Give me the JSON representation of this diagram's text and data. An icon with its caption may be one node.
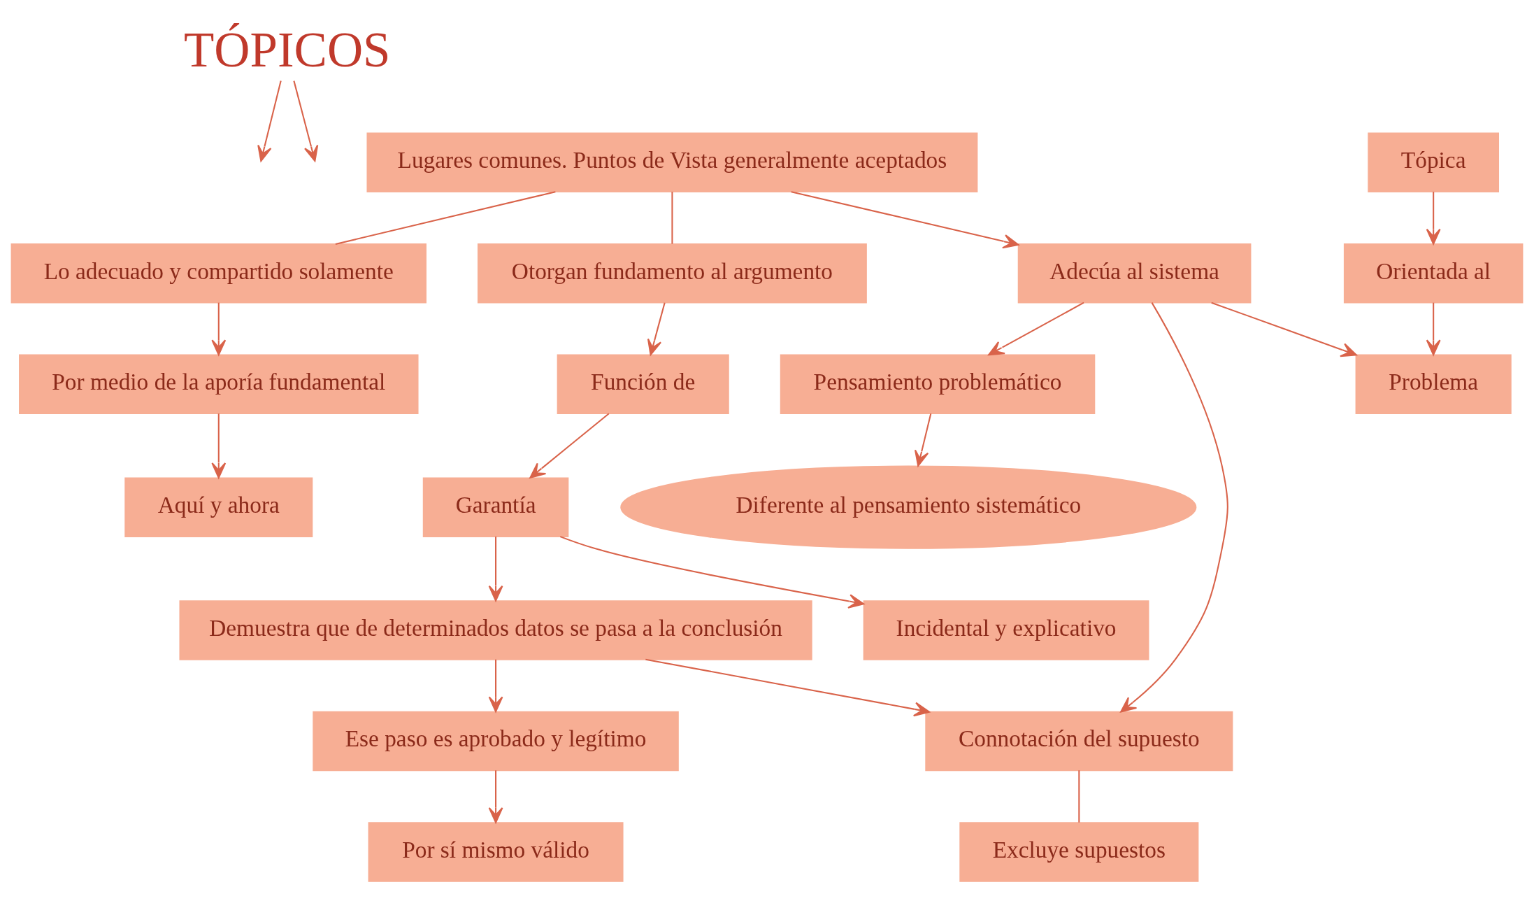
{
  "diagram": {
    "nodes": [
      {
        "text": [
          "TÓPICOS"
        ]
      },
      {
        "text": [
          "Lugares comunes. Puntos de Vista generalmente aceptados"
        ]
      },
      {
        "text": [
          "Otorgan fundamento al argumento"
        ]
      },
      {
        "text": [
          "Lo adecuado y compartido solamente"
        ]
      },
      {
        "text": [
          "Función de"
        ]
      },
      {
        "text": [
          "Por medio de la aporía fundamental"
        ]
      },
      {
        "text": [
          "Aquí y ahora"
        ]
      },
      {
        "text": [
          "Adecúa al sistema"
        ]
      },
      {
        "text": [
          "Garantía"
        ]
      },
      {
        "text": [
          "Incidental y explicativo"
        ]
      },
      {
        "text": [
          "Problema"
        ]
      },
      {
        "text": [
          "Pensamiento problemático"
        ]
      },
      {
        "text": [
          "Demuestra que de determinados datos se pasa a la conclusión"
        ]
      },
      {
        "text": [
          "Ese paso es aprobado y legítimo"
        ]
      },
      {
        "text": [
          "Orientada al"
        ]
      },
      {
        "text": [
          "Diferente al pensamiento sistemático"
        ]
      },
      {
        "text": [
          "Connotación del supuesto"
        ]
      },
      {
        "text": [
          "Por sí mismo válido"
        ]
      },
      {
        "text": [
          "Tópica"
        ]
      },
      {
        "text": [
          "Excluye supuestos"
        ]
      }
    ],
    "edges": [
      {
        "from": 0,
        "to": null,
        "arrow": "to"
      },
      {
        "from": 0,
        "to": null,
        "arrow": "to"
      },
      {
        "from": 1,
        "to": 7,
        "arrow": "to"
      },
      {
        "from": 1,
        "to": 2,
        "arrow": "none"
      },
      {
        "from": 1,
        "to": 3,
        "arrow": "none"
      },
      {
        "from": 2,
        "to": 4,
        "arrow": "to"
      },
      {
        "from": 3,
        "to": 5,
        "arrow": "to"
      },
      {
        "from": 5,
        "to": 6,
        "arrow": "to"
      },
      {
        "from": 4,
        "to": 8,
        "arrow": "to"
      },
      {
        "from": 8,
        "to": 9,
        "arrow": "to"
      },
      {
        "from": 8,
        "to": 12,
        "arrow": "to"
      },
      {
        "from": 7,
        "to": 10,
        "arrow": "to"
      },
      {
        "from": 7,
        "to": 11,
        "arrow": "to"
      },
      {
        "from": 7,
        "to": 16,
        "arrow": "to"
      },
      {
        "from": 11,
        "to": 15,
        "arrow": "to"
      },
      {
        "from": 12,
        "to": 13,
        "arrow": "to"
      },
      {
        "from": 12,
        "to": 16,
        "arrow": "to"
      },
      {
        "from": 13,
        "to": 17,
        "arrow": "to"
      },
      {
        "from": 14,
        "to": 10,
        "arrow": "to"
      },
      {
        "from": 18,
        "to": 14,
        "arrow": "to"
      },
      {
        "from": 16,
        "to": 19,
        "arrow": "none"
      }
    ]
  }
}
